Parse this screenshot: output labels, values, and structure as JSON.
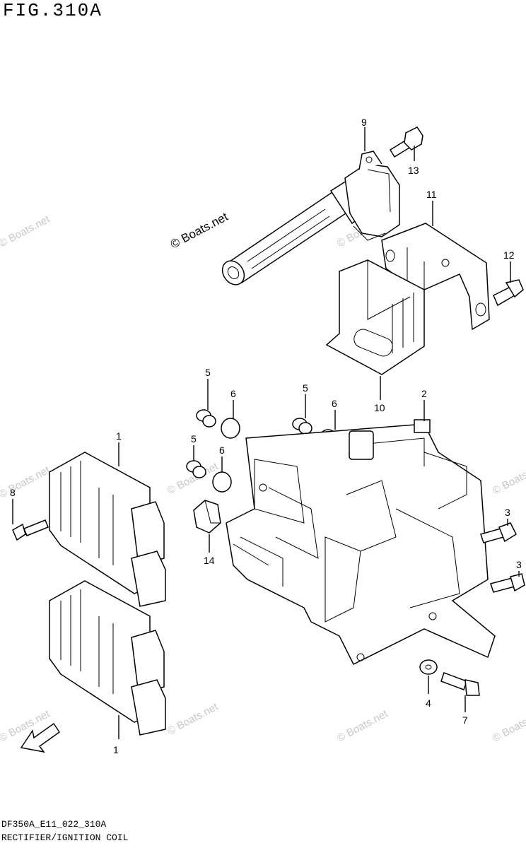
{
  "figure_title": "FIG.310A",
  "footer": {
    "code": "DF350A_E11_022_310A",
    "name": "RECTIFIER/IGNITION COIL"
  },
  "watermark": "© Boats.net",
  "fwd_label": "FWD",
  "callouts": {
    "c1a": "1",
    "c1b": "1",
    "c2": "2",
    "c3a": "3",
    "c3b": "3",
    "c4": "4",
    "c5a": "5",
    "c5b": "5",
    "c5c": "5",
    "c6a": "6",
    "c6b": "6",
    "c6c": "6",
    "c7": "7",
    "c8": "8",
    "c9": "9",
    "c10": "10",
    "c11": "11",
    "c12": "12",
    "c13": "13",
    "c14": "14"
  }
}
